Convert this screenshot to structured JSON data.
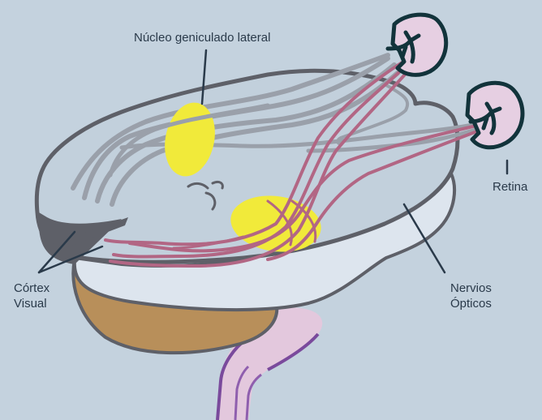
{
  "labels": {
    "nucleo": "Núcleo geniculado lateral",
    "retina": "Retina",
    "cortex_line1": "Córtex",
    "cortex_line2": "Visual",
    "nervios_line1": "Nervios",
    "nervios_line2": "Ópticos"
  },
  "colors": {
    "background": "#c4d2de",
    "brain_outline": "#5e6068",
    "brain_fill": "#c2d0dc",
    "lower_fill": "#dde5ee",
    "cerebellum": "#b88f5a",
    "brainstem": "#e3c8dd",
    "brainstem_outline": "#7a4a9c",
    "nucleus": "#f1ea3a",
    "optic_nerve_pink": "#b26684",
    "tract_gray": "#9aa0aa",
    "eye_fill": "#e6cfe2",
    "eye_outline": "#12333b"
  }
}
